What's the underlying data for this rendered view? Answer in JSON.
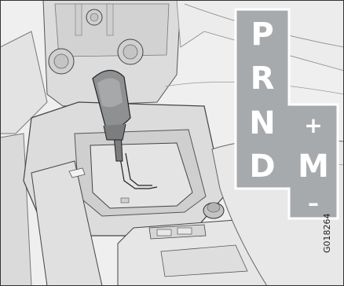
{
  "shift_gate": {
    "positions": [
      "P",
      "R",
      "N",
      "D"
    ],
    "manual_mode": {
      "label": "M",
      "upshift": "+",
      "downshift": "–"
    }
  },
  "figure_code": "G018264",
  "colors": {
    "panel": "#a7aaac",
    "panel_border": "#ffffff",
    "illustration_light": "#ececec",
    "illustration_mid": "#d4d4d4",
    "illustration_line": "#3c3c3c",
    "knob": "#7b7d7f"
  }
}
